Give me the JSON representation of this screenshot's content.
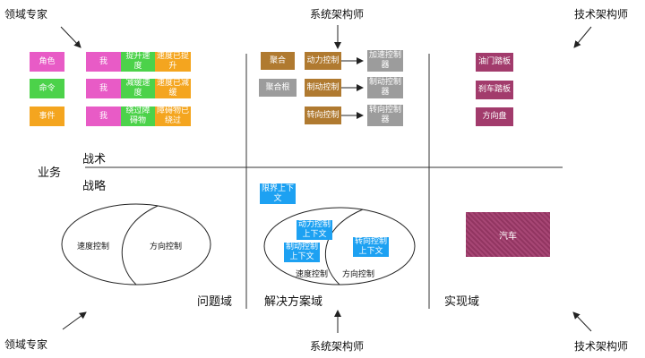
{
  "roles": {
    "domain_expert": "领域专家",
    "system_architect": "系统架构师",
    "tech_architect": "技术架构师"
  },
  "axis": {
    "business": "业务",
    "tactics": "战术",
    "strategy": "战略"
  },
  "domains": {
    "problem": "问题域",
    "solution": "解决方案域",
    "implementation": "实现域"
  },
  "problem_tactics": {
    "kinds": [
      "角色",
      "命令",
      "事件"
    ],
    "rows": [
      {
        "role": "我",
        "command": "提升速度",
        "event": "速度已提升"
      },
      {
        "role": "我",
        "command": "减缓速度",
        "event": "速度已减缓"
      },
      {
        "role": "我",
        "command": "绕过障碍物",
        "event": "障碍物已绕过"
      }
    ]
  },
  "solution_tactics": {
    "aggregate": "聚合",
    "aggregate_root": "聚合根",
    "controls": [
      "动力控制",
      "制动控制",
      "转向控制"
    ],
    "controllers": [
      "加速控制器",
      "制动控制器",
      "转向控制器"
    ]
  },
  "impl_tactics": {
    "parts": [
      "油门踏板",
      "刹车踏板",
      "方向盘"
    ]
  },
  "problem_strategy": {
    "left": "速度控制",
    "right": "方向控制"
  },
  "solution_strategy": {
    "bounded_context": "限界上下文",
    "power_context": "动力控制上下文",
    "brake_context": "制动控制上下文",
    "steer_context": "转向控制上下文",
    "left": "速度控制",
    "right": "方向控制"
  },
  "impl_strategy": {
    "car": "汽车"
  },
  "colors": {
    "role": "#e85bc6",
    "command": "#4cd24a",
    "event": "#f4a51f",
    "aggregate": "#b07a30",
    "controller": "#9c9c9c",
    "part": "#a23b6c",
    "context": "#1da1f2"
  }
}
